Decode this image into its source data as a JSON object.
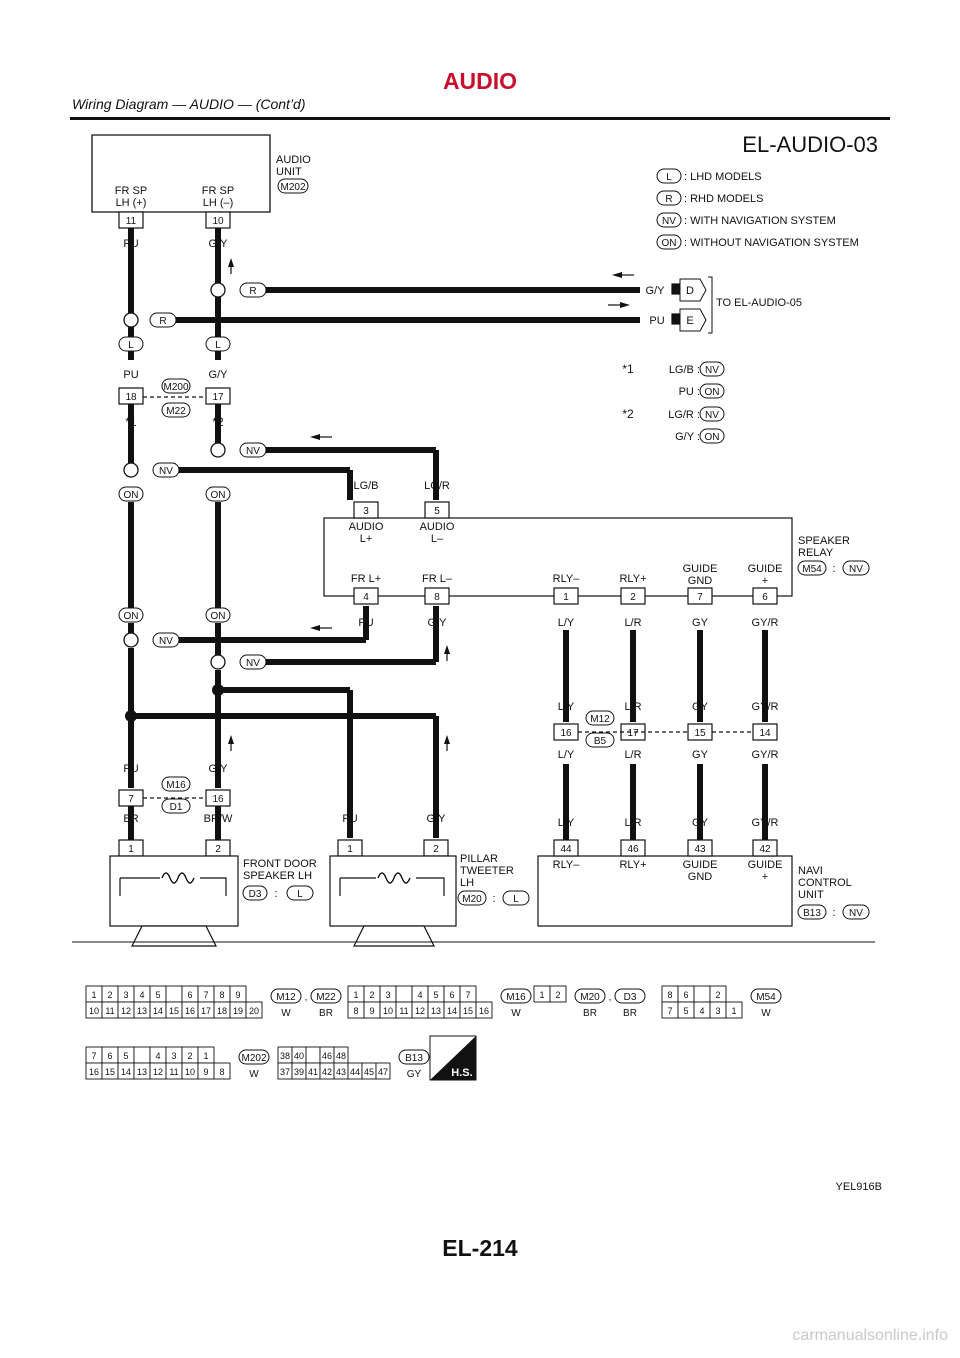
{
  "header": {
    "title": "AUDIO",
    "subtitle": "Wiring Diagram — AUDIO — (Cont’d)",
    "accent_color": "#c8102e"
  },
  "diagram": {
    "code": "EL-AUDIO-03",
    "audio_unit": {
      "name": "AUDIO\nUNIT",
      "connector": "M202",
      "pins": [
        {
          "label": "FR SP\nLH (+)",
          "num": "11"
        },
        {
          "label": "FR SP\nLH (–)",
          "num": "10"
        }
      ]
    },
    "legend": [
      {
        "code": "L",
        "text": ": LHD MODELS"
      },
      {
        "code": "R",
        "text": ": RHD MODELS"
      },
      {
        "code": "NV",
        "text": ": WITH NAVIGATION SYSTEM"
      },
      {
        "code": "ON",
        "text": ": WITHOUT NAVIGATION SYSTEM"
      }
    ],
    "to_note": "TO EL-AUDIO-05",
    "to_wires": [
      {
        "color": "G/Y",
        "pin": "D"
      },
      {
        "color": "PU",
        "pin": "E"
      }
    ],
    "star_notes": [
      {
        "mark": "*1",
        "rows": [
          {
            "color": "LG/B",
            "code": "NV"
          },
          {
            "color": "PU",
            "code": "ON"
          }
        ]
      },
      {
        "mark": "*2",
        "rows": [
          {
            "color": "LG/R",
            "code": "NV"
          },
          {
            "color": "G/Y",
            "code": "ON"
          }
        ]
      }
    ],
    "wire_labels": {
      "pu": "PU",
      "gy": "G/Y",
      "lgb": "LG/B",
      "lgr": "LG/R",
      "ly": "L/Y",
      "lr": "L/R",
      "gyy": "GY",
      "gyr": "GY/R",
      "br": "BR",
      "brw": "BR/W"
    },
    "codes": {
      "l": "L",
      "r": "R",
      "nv": "NV",
      "on": "ON",
      "s1": "*1",
      "s2": "*2"
    },
    "inline_conn_1": {
      "top": "M200",
      "bottom": "M22",
      "pins": [
        "18",
        "17"
      ]
    },
    "inline_conn_2": {
      "top": "M16",
      "bottom": "D1",
      "pins": [
        "7",
        "16"
      ]
    },
    "inline_conn_3": {
      "top": "M12",
      "bottom": "B5",
      "pins": [
        "16",
        "17",
        "15",
        "14"
      ]
    },
    "speaker_relay": {
      "name": "SPEAKER\nRELAY",
      "connector": "M54",
      "code": "NV",
      "top_pins": [
        {
          "label": "AUDIO\nL+",
          "num": "3"
        },
        {
          "label": "AUDIO\nL–",
          "num": "5"
        }
      ],
      "bottom_pins": [
        {
          "label": "FR L+",
          "num": "4"
        },
        {
          "label": "FR L–",
          "num": "8"
        },
        {
          "label": "RLY–",
          "num": "1"
        },
        {
          "label": "RLY+",
          "num": "2"
        },
        {
          "label": "GUIDE\nGND",
          "num": "7"
        },
        {
          "label": "GUIDE\n+",
          "num": "6"
        }
      ]
    },
    "front_door_speaker": {
      "name": "FRONT DOOR\nSPEAKER LH",
      "connector": "D3",
      "code": "L",
      "pins": [
        "1",
        "2"
      ]
    },
    "pillar_tweeter": {
      "name": "PILLAR\nTWEETER\nLH",
      "connector": "M20",
      "code": "L",
      "pins": [
        "1",
        "2"
      ]
    },
    "navi_unit": {
      "name": "NAVI\nCONTROL\nUNIT",
      "connector": "B13",
      "code": "NV",
      "pins": [
        {
          "num": "44",
          "label": "RLY–"
        },
        {
          "num": "46",
          "label": "RLY+"
        },
        {
          "num": "43",
          "label": "GUIDE\nGND"
        },
        {
          "num": "42",
          "label": "GUIDE\n+"
        }
      ]
    },
    "ref_code": "YEL916B"
  },
  "connector_views": [
    {
      "ids": [
        "M12",
        "M22"
      ],
      "colors": [
        "W",
        "BR"
      ],
      "rows": [
        [
          "1",
          "2",
          "3",
          "4",
          "5",
          "",
          "6",
          "7",
          "8",
          "9"
        ],
        [
          "10",
          "11",
          "12",
          "13",
          "14",
          "15",
          "16",
          "17",
          "18",
          "19",
          "20"
        ]
      ]
    },
    {
      "ids": [
        "M16"
      ],
      "colors": [
        "W"
      ],
      "rows": [
        [
          "1",
          "2",
          "3",
          "",
          "4",
          "5",
          "6",
          "7"
        ],
        [
          "8",
          "9",
          "10",
          "11",
          "12",
          "13",
          "14",
          "15",
          "16"
        ]
      ]
    },
    {
      "ids": [
        "M20",
        "D3"
      ],
      "colors": [
        "BR",
        "BR"
      ],
      "rows": [
        [
          "1",
          "2"
        ]
      ]
    },
    {
      "ids": [
        "M54"
      ],
      "colors": [
        "W"
      ],
      "rows": [
        [
          "8",
          "6",
          "",
          "2"
        ],
        [
          "7",
          "5",
          "4",
          "3",
          "1"
        ]
      ]
    },
    {
      "ids": [
        "M202"
      ],
      "colors": [
        "W"
      ],
      "rows": [
        [
          "7",
          "6",
          "5",
          "",
          "4",
          "3",
          "2",
          "1"
        ],
        [
          "16",
          "15",
          "14",
          "13",
          "12",
          "11",
          "10",
          "9",
          "8"
        ]
      ]
    },
    {
      "ids": [
        "B13"
      ],
      "colors": [
        "GY"
      ],
      "rows": [
        [
          "38",
          "40",
          "",
          "46",
          "48"
        ],
        [
          "37",
          "39",
          "41",
          "42",
          "43",
          "44",
          "45",
          "47"
        ]
      ]
    }
  ],
  "hs_badge": "H.S.",
  "page_number": "EL-214",
  "watermark": "carmanualsonline.info"
}
